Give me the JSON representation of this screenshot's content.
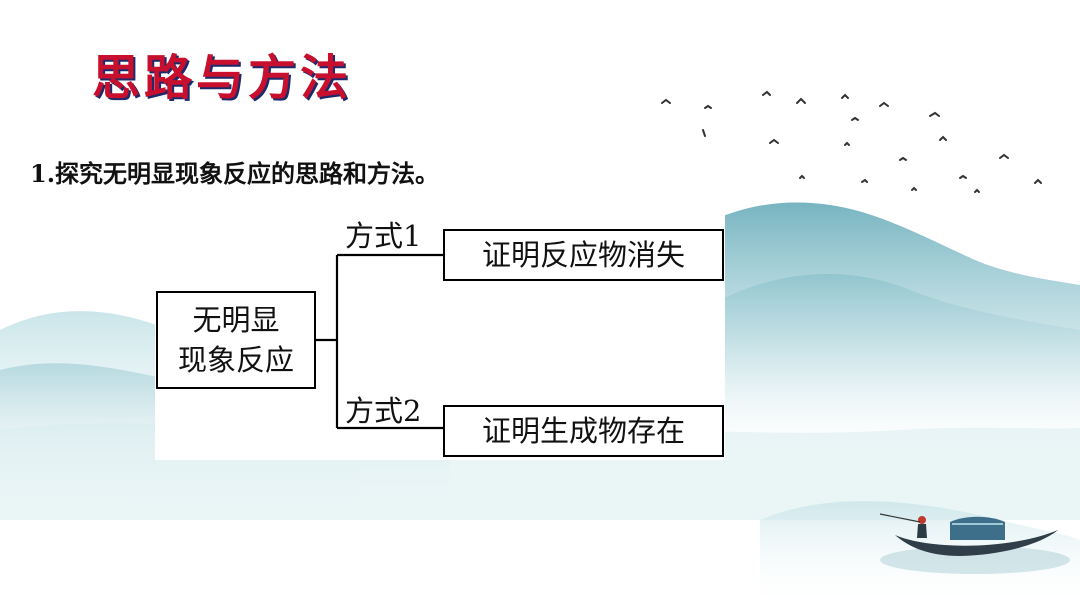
{
  "title": "思路与方法",
  "subtitle": "1.探究无明显现象反应的思路和方法。",
  "diagram": {
    "root_line1": "无明显",
    "root_line2": "现象反应",
    "branches": [
      {
        "method": "方式1",
        "result": "证明反应物消失"
      },
      {
        "method": "方式2",
        "result": "证明生成物存在"
      }
    ]
  },
  "colors": {
    "title_red": "#c8102e",
    "title_shadow_blue": "#1b2a6b",
    "mountain_teal": "#8fc6d0",
    "text": "#111111"
  },
  "icons": [
    "birds-decoration",
    "mountain-wash-background",
    "fishing-boat-decoration"
  ]
}
